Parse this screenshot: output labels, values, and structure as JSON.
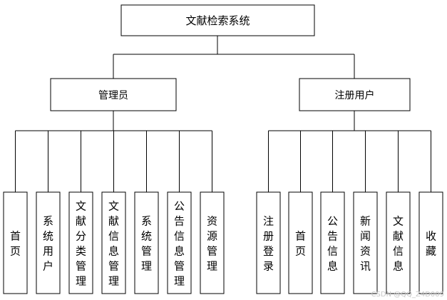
{
  "diagram": {
    "root": {
      "label": "文献检索系统"
    },
    "groups": [
      {
        "label": "管理员",
        "children": [
          "首页",
          "系统用户",
          "文献分类管理",
          "文献信息管理",
          "系统管理",
          "公告信息管理",
          "资源管理"
        ]
      },
      {
        "label": "注册用户",
        "children": [
          "注册登录",
          "首页",
          "公告信息",
          "新闻资讯",
          "文献信息",
          "收藏"
        ]
      }
    ]
  },
  "watermark": "CSDN @QQ_Z4D009"
}
